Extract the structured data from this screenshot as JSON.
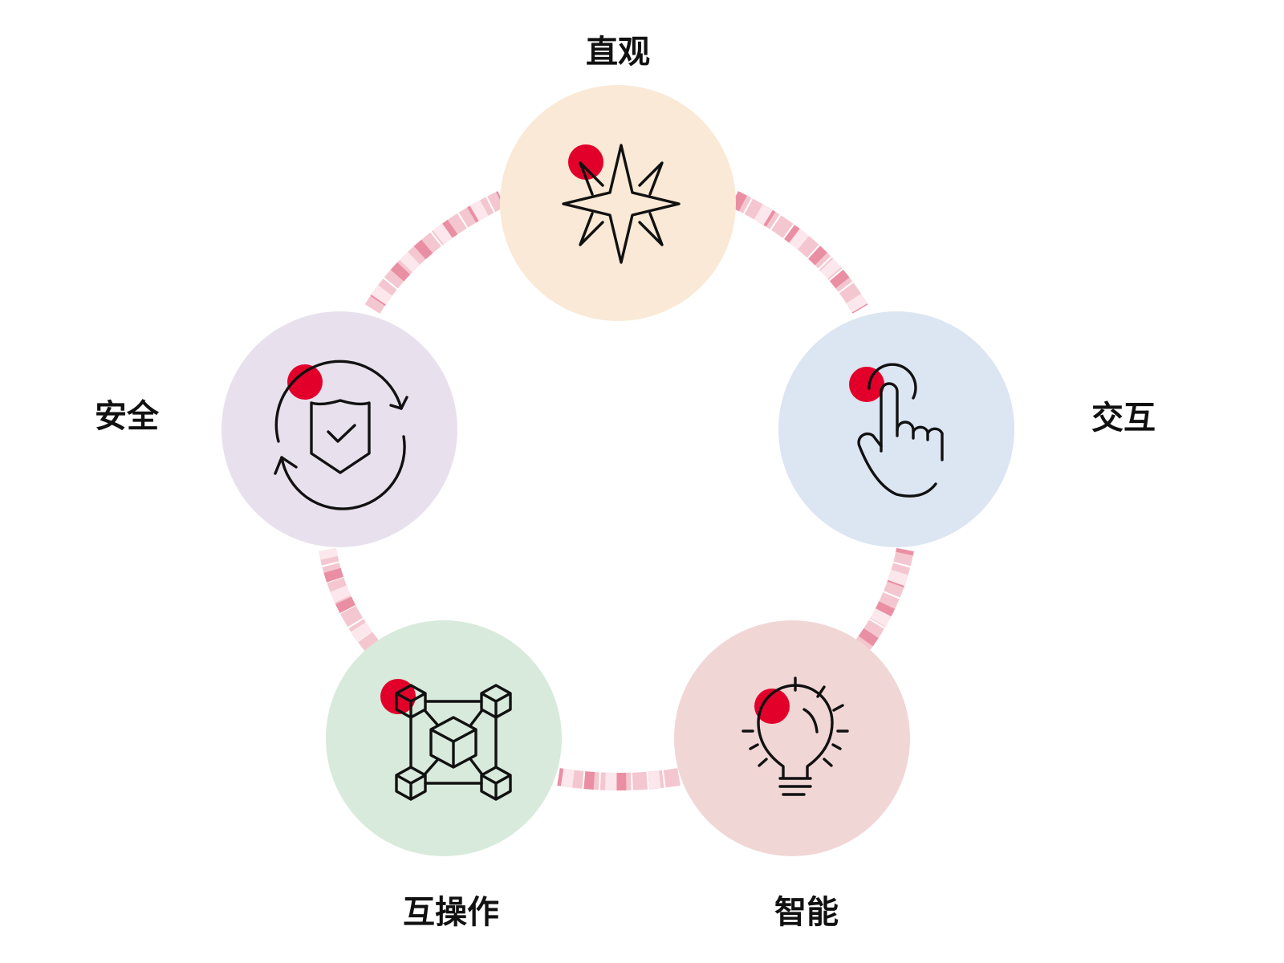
{
  "diagram": {
    "nodes": [
      {
        "id": "intuitive",
        "label": "直观",
        "icon": "compass-star-icon",
        "fill": "#f9e9d6"
      },
      {
        "id": "interaction",
        "label": "交互",
        "icon": "tap-hand-icon",
        "fill": "#dce5f2"
      },
      {
        "id": "intelligence",
        "label": "智能",
        "icon": "lightbulb-icon",
        "fill": "#f1d6d6"
      },
      {
        "id": "interoperability",
        "label": "互操作",
        "icon": "connected-cubes-icon",
        "fill": "#d7eadb"
      },
      {
        "id": "security",
        "label": "安全",
        "icon": "shield-refresh-icon",
        "fill": "#e9e0ee"
      }
    ],
    "accent": "#e2002b",
    "ring_colors": [
      "#f4c7d0",
      "#ea8fa3",
      "#fbe7ec"
    ]
  }
}
